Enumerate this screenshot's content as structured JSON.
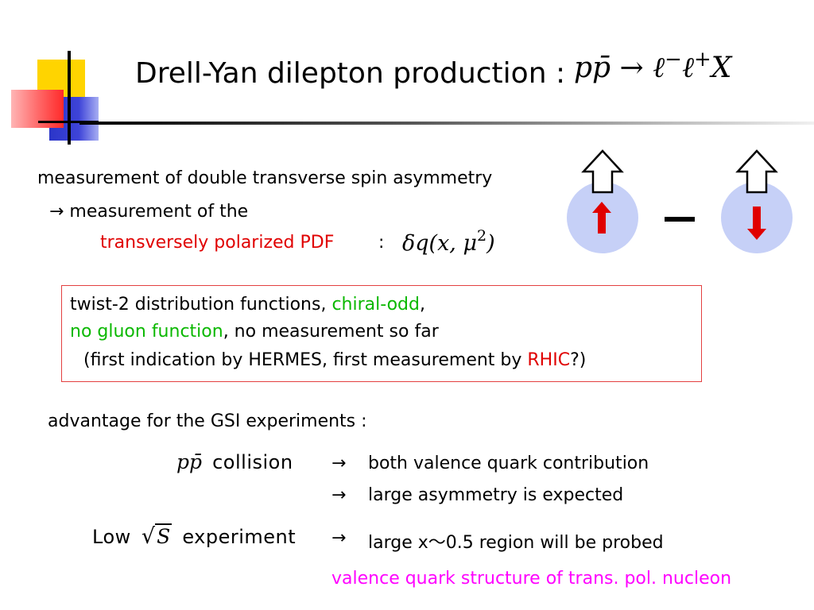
{
  "title": {
    "text": "Drell-Yan dilepton production :",
    "formula_left": "pp̄ → ℓ",
    "formula_sup1": "−",
    "formula_mid": "ℓ",
    "formula_sup2": "+",
    "formula_right": "X"
  },
  "measurement": {
    "line1": "measurement of double transverse spin asymmetry",
    "line2": "→ measurement of the",
    "line3": "transversely polarized PDF",
    "colon": ":",
    "formula_base": "δq(x, μ",
    "formula_sup": "2",
    "formula_end": ")"
  },
  "box": {
    "line1_a": "twist-2 distribution functions, ",
    "line1_b": "chiral-odd",
    "line1_c": ",",
    "line2_a": "no gluon function",
    "line2_b": ", no measurement so far",
    "line3_a": "(first indication by HERMES, first measurement by ",
    "line3_b": "RHIC",
    "line3_c": "?)"
  },
  "advantage": {
    "heading": "advantage for the GSI experiments :",
    "pp_math": "pp̄",
    "pp_word": "collision",
    "arrow1": "→",
    "result1": "both valence quark contribution",
    "arrow2": "→",
    "result2": "large asymmetry is expected",
    "low_word": "Low",
    "sqrt_sym": "√",
    "sqrt_S": "S",
    "exp_word": "experiment",
    "arrow3": "→",
    "result3": "large x〜0.5 region will be probed",
    "conclusion": "valence quark structure of trans. pol. nucleon"
  },
  "colors": {
    "accent_red": "#e00000",
    "accent_green": "#0ab800",
    "accent_magenta": "#ff00ff",
    "circle_fill": "#c6d0f7"
  }
}
